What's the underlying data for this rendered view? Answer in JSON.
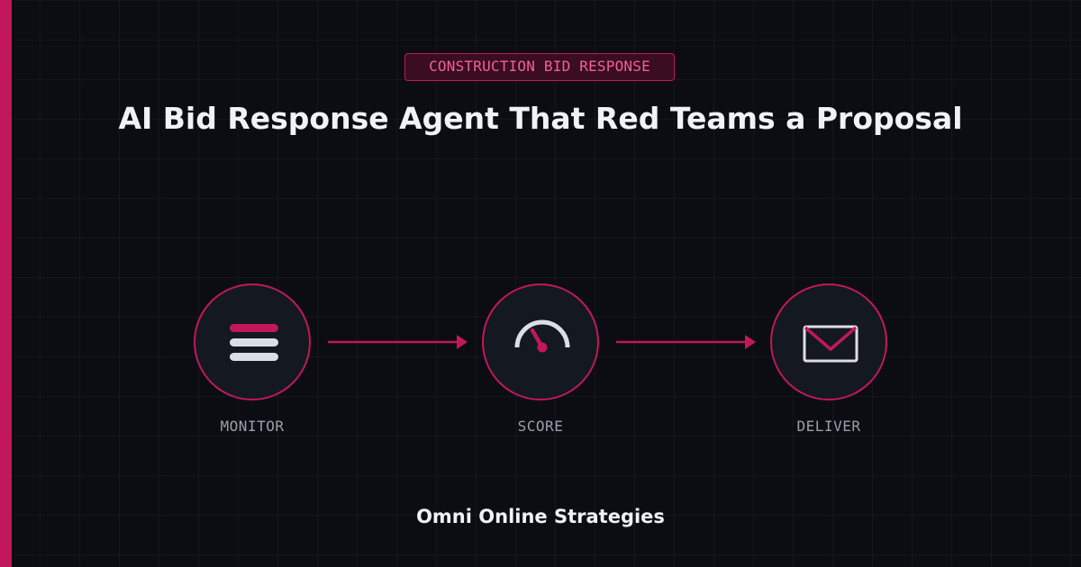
{
  "header": {
    "badge": "CONSTRUCTION BID RESPONSE",
    "title": "AI Bid Response Agent That Red Teams a Proposal"
  },
  "steps": [
    {
      "label": "MONITOR",
      "icon": "list-icon"
    },
    {
      "label": "SCORE",
      "icon": "gauge-icon"
    },
    {
      "label": "DELIVER",
      "icon": "envelope-icon"
    }
  ],
  "footer": {
    "brand": "Omni Online Strategies"
  },
  "colors": {
    "background": "#0b0d12",
    "accent": "#c2185b",
    "badge_text": "#f06292",
    "node_fill": "#141821",
    "icon_light": "#dcdee6",
    "label": "#9aa0ab",
    "title": "#f1f2f6"
  }
}
